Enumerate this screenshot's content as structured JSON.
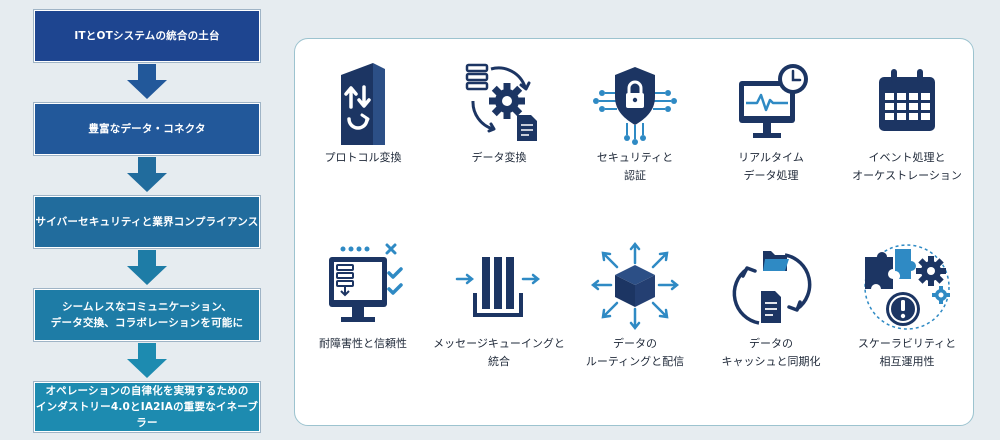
{
  "flow": {
    "steps": [
      {
        "label": "ITとOTシステムの統合の土台",
        "color": "#1e4590"
      },
      {
        "label": "豊富なデータ・コネクタ",
        "color": "#22589a"
      },
      {
        "label": "サイバーセキュリティと業界コンプライアンス",
        "color": "#216c9d"
      },
      {
        "label": "シームレスなコミュニケーション、\nデータ交換、コラボレーションを可能に",
        "color": "#1e7ca6"
      },
      {
        "label": "オペレーションの自律化を実現するための\nインダストリー4.0とIA2IAの重要なイネーブラー",
        "color": "#1d8bb0"
      }
    ],
    "arrow_colors": [
      "#22589a",
      "#216c9d",
      "#1e7ca6",
      "#1d8bb0"
    ]
  },
  "features": [
    {
      "label": "プロトコル変換",
      "icon": "protocol-conversion-icon"
    },
    {
      "label": "データ変換",
      "icon": "data-conversion-icon"
    },
    {
      "label": "セキュリティと\n認証",
      "icon": "security-lock-icon"
    },
    {
      "label": "リアルタイム\nデータ処理",
      "icon": "realtime-monitor-icon"
    },
    {
      "label": "イベント処理と\nオーケストレーション",
      "icon": "calendar-icon"
    },
    {
      "label": "耐障害性と信頼性",
      "icon": "fault-tolerance-icon"
    },
    {
      "label": "メッセージキューイングと\n統合",
      "icon": "message-queue-icon"
    },
    {
      "label": "データの\nルーティングと配信",
      "icon": "routing-cube-icon"
    },
    {
      "label": "データの\nキャッシュと同期化",
      "icon": "cache-sync-icon"
    },
    {
      "label": "スケーラビリティと\n相互運用性",
      "icon": "puzzle-gear-icon"
    }
  ],
  "colors": {
    "navy": "#1c3563",
    "accent": "#2f8ac4",
    "panel_border": "#9cc3cf"
  }
}
